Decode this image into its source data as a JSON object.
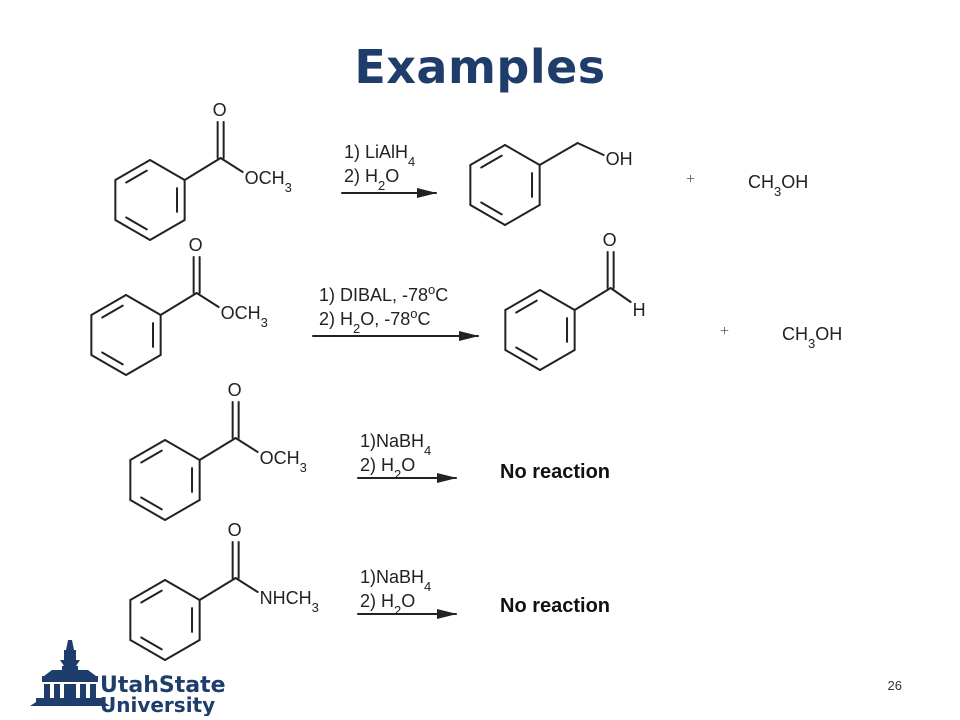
{
  "title": "Examples",
  "page_number": "26",
  "logo": {
    "line1": "UtahState",
    "line2": "University",
    "color": "#1f3d6b"
  },
  "reactions": [
    {
      "substituent": [
        "OCH",
        "3"
      ],
      "conditions": [
        [
          "1) LiAlH",
          "4",
          ""
        ],
        [
          "2) H",
          "2",
          "O"
        ]
      ],
      "product_group": "OH",
      "plus": "+",
      "byproduct": [
        "CH",
        "3",
        "OH"
      ]
    },
    {
      "substituent": [
        "OCH",
        "3"
      ],
      "conditions": [
        [
          "1) DIBAL, -78",
          "o",
          "C"
        ],
        [
          "2) H",
          "2",
          "O, -78",
          "o",
          "C"
        ]
      ],
      "product_group": "H",
      "plus": "+",
      "byproduct": [
        "CH",
        "3",
        "OH"
      ]
    },
    {
      "substituent": [
        "OCH",
        "3"
      ],
      "conditions": [
        [
          "1)NaBH",
          "4",
          ""
        ],
        [
          "2) H",
          "2",
          "O"
        ]
      ],
      "result": "No reaction"
    },
    {
      "substituent": [
        "NHCH",
        "3"
      ],
      "conditions": [
        [
          "1)NaBH",
          "4",
          ""
        ],
        [
          "2) H",
          "2",
          "O"
        ]
      ],
      "result": "No reaction"
    }
  ],
  "atoms": {
    "carbonyl_oxygen": "O"
  },
  "accent_color": "#1f3d6b"
}
